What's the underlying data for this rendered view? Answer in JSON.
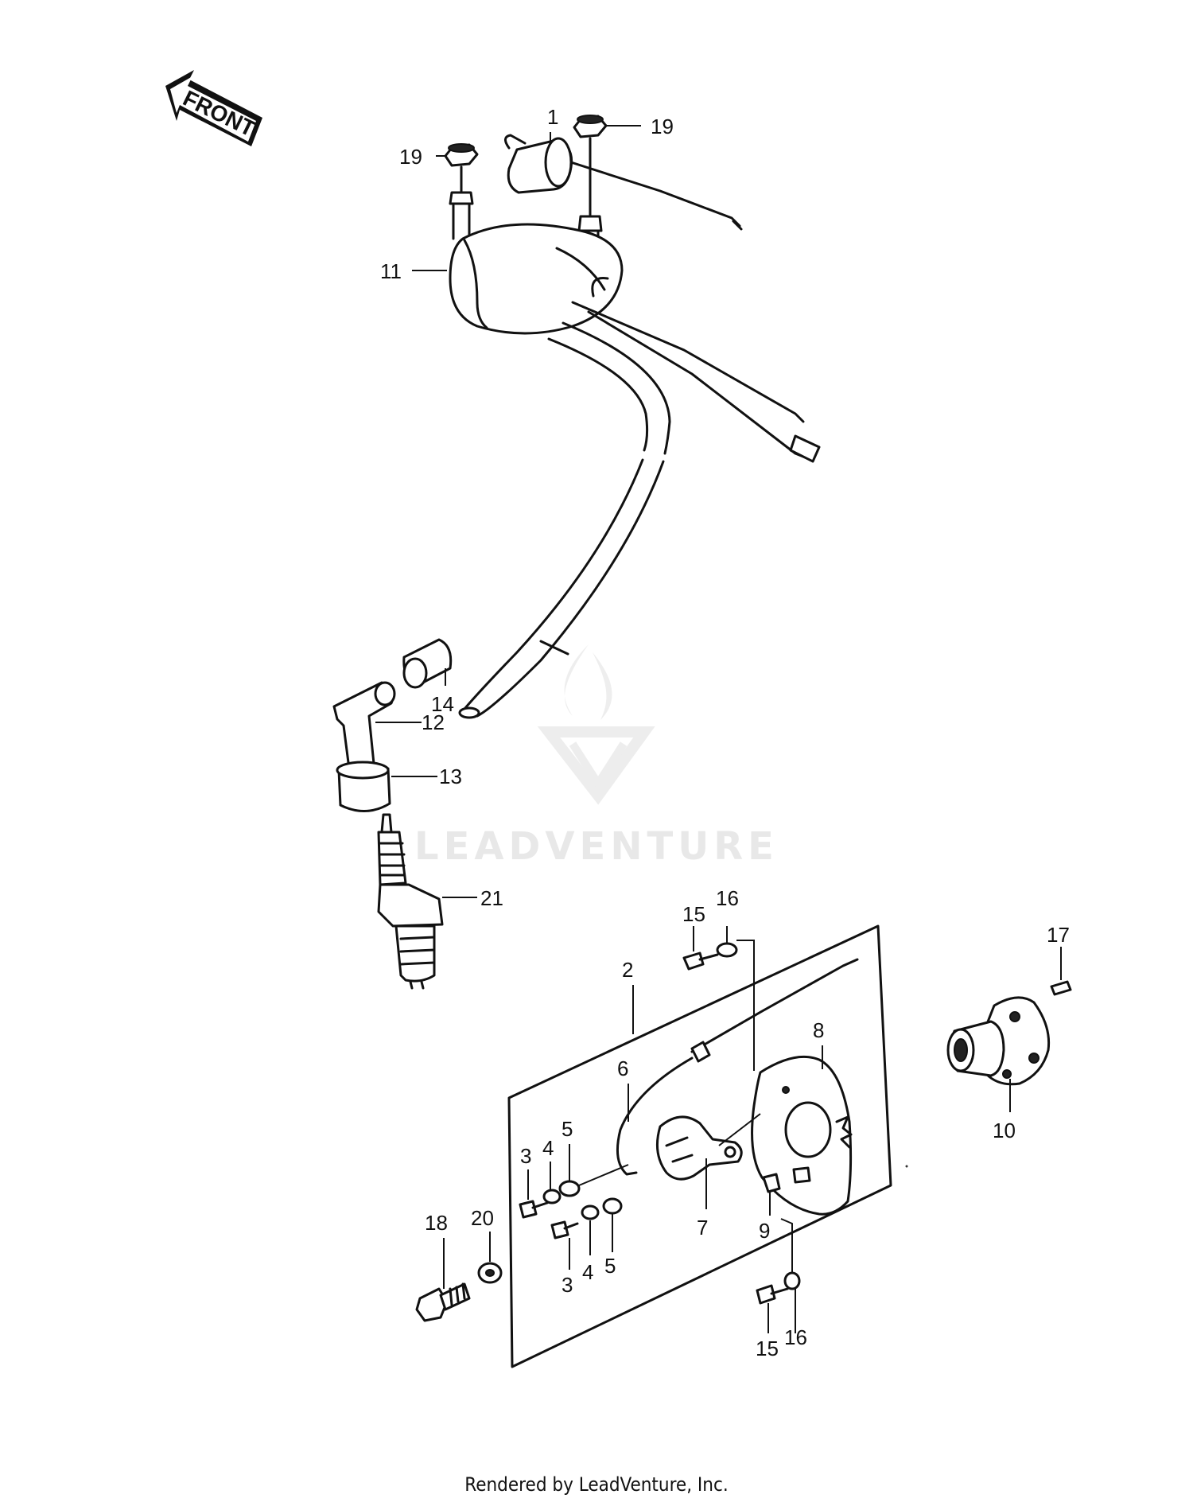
{
  "front_label": "FRONT",
  "watermark": "LEADVENTURE",
  "footer": "Rendered by LeadVenture, Inc.",
  "callouts": {
    "c1": "1",
    "c19a": "19",
    "c19b": "19",
    "c11": "11",
    "c14": "14",
    "c12": "12",
    "c13": "13",
    "c21": "21",
    "c15a": "15",
    "c16a": "16",
    "c17": "17",
    "c2": "2",
    "c8": "8",
    "c6": "6",
    "c5a": "5",
    "c4a": "4",
    "c3a": "3",
    "c10": "10",
    "c18": "18",
    "c20": "20",
    "c7": "7",
    "c9": "9",
    "c4b": "4",
    "c5b": "5",
    "c3b": "3",
    "c15b": "15",
    "c16b": "16"
  }
}
